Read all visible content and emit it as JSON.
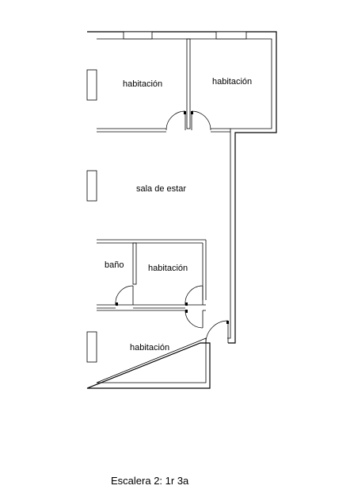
{
  "rooms": {
    "habitacion_top_left": "habitación",
    "habitacion_top_right": "habitación",
    "sala": "sala de estar",
    "bano": "baño",
    "habitacion_middle": "habitación",
    "habitacion_bottom": "habitación"
  },
  "caption": "Escalera 2: 1r 3a"
}
